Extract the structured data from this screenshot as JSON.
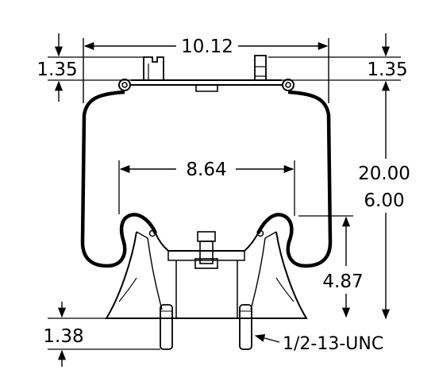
{
  "dimensions": {
    "overall_top_width": "10.12",
    "top_stud_height_left": "1.35",
    "top_stud_height_right": "1.35",
    "piston_width": "8.64",
    "max_height": "20.00",
    "min_height": "6.00",
    "piston_height": "4.87",
    "bottom_stud_height": "1.38",
    "thread_spec": "1/2-13-UNC"
  }
}
